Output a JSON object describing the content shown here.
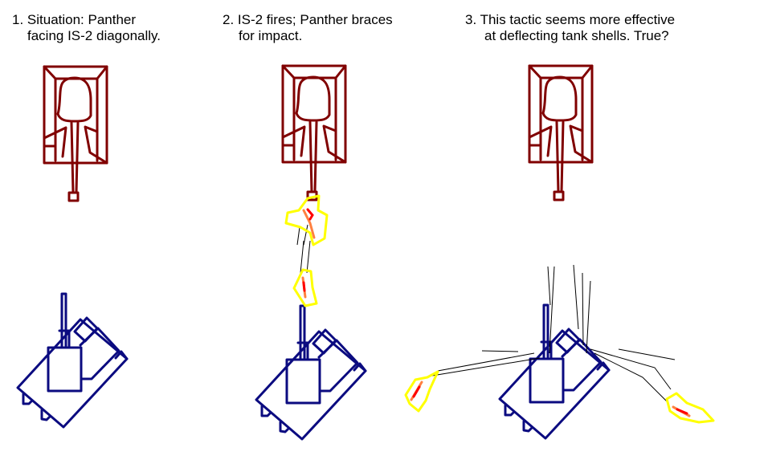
{
  "panels": [
    {
      "caption_line1": "1. Situation: Panther",
      "caption_line2": "facing IS-2 diagonally."
    },
    {
      "caption_line1": "2. IS-2 fires; Panther braces",
      "caption_line2": "for impact."
    },
    {
      "caption_line1": "3. This tactic seems more effective",
      "caption_line2": "at deflecting tank shells. True?"
    }
  ],
  "colors": {
    "panther": "#800000",
    "is2": "#0b0b80",
    "flash_outer": "#ffff00",
    "flash_mid": "#ff8040",
    "flash_core": "#ff0000"
  }
}
